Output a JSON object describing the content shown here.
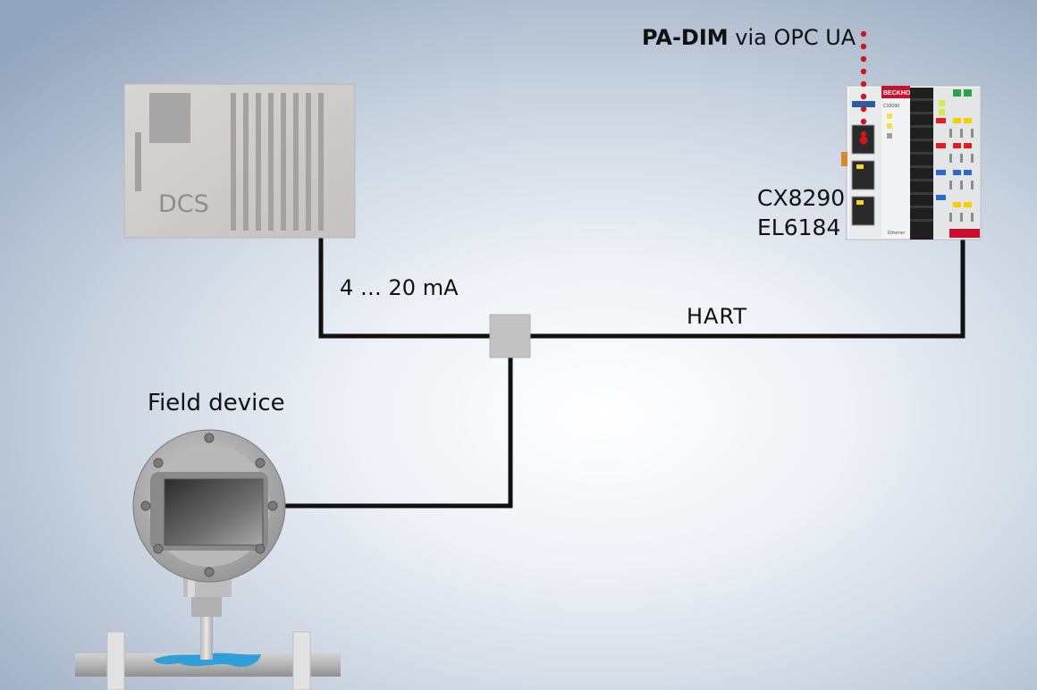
{
  "diagram": {
    "controller": {
      "title_bold": "PA-DIM",
      "title_rest": " via OPC UA",
      "model_line1": "CX8290",
      "model_line2": "EL6184",
      "brand": "BECKHOFF",
      "part_label": "CX8290",
      "port_label": "Ethernet"
    },
    "dcs": {
      "label": "DCS"
    },
    "links": {
      "analog": "4 … 20 mA",
      "digital": "HART"
    },
    "field_device": {
      "label": "Field device"
    },
    "colors": {
      "cable": "#111111",
      "protocol_dots": "#d3161e",
      "dcs_body": "#cdcbc9",
      "junction": "#c2c2c2",
      "fluid": "#2f9fd8"
    }
  }
}
